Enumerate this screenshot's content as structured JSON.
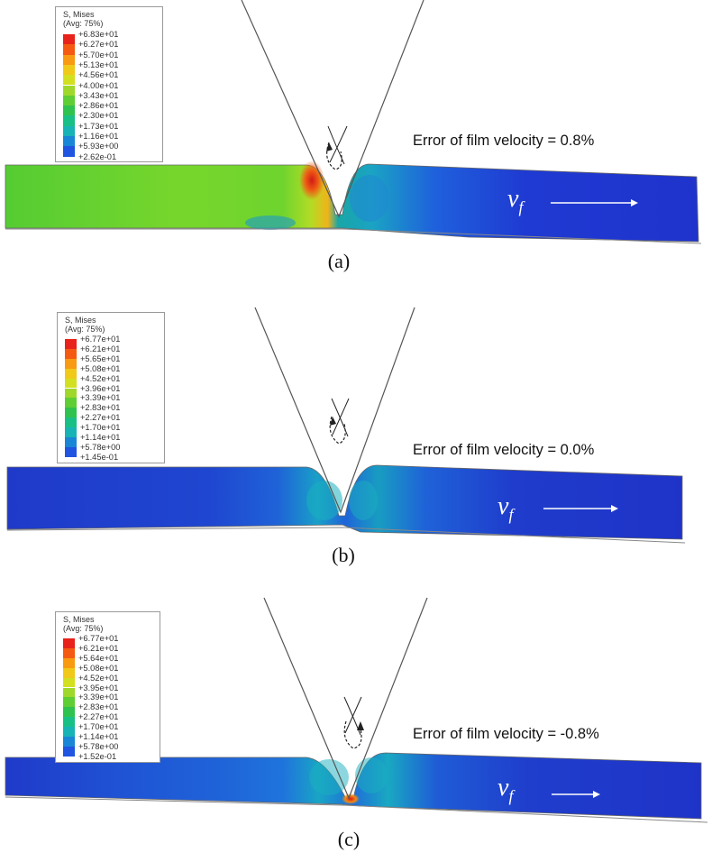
{
  "panels": [
    {
      "caption": "(a)",
      "error_label": "Error of film velocity = 0.8%",
      "velocity_symbol": "v",
      "velocity_subscript": "f",
      "legend": {
        "title": "S, Mises",
        "subtitle": "(Avg: 75%)",
        "values": [
          "+6.83e+01",
          "+6.27e+01",
          "+5.70e+01",
          "+5.13e+01",
          "+4.56e+01",
          "+4.00e+01",
          "+3.43e+01",
          "+2.86e+01",
          "+2.30e+01",
          "+1.73e+01",
          "+1.16e+01",
          "+5.93e+00",
          "+2.62e-01"
        ]
      }
    },
    {
      "caption": "(b)",
      "error_label": "Error of film velocity = 0.0%",
      "velocity_symbol": "v",
      "velocity_subscript": "f",
      "legend": {
        "title": "S, Mises",
        "subtitle": "(Avg: 75%)",
        "values": [
          "+6.77e+01",
          "+6.21e+01",
          "+5.65e+01",
          "+5.08e+01",
          "+4.52e+01",
          "+3.96e+01",
          "+3.39e+01",
          "+2.83e+01",
          "+2.27e+01",
          "+1.70e+01",
          "+1.14e+01",
          "+5.78e+00",
          "+1.45e-01"
        ]
      }
    },
    {
      "caption": "(c)",
      "error_label": "Error of film velocity = -0.8%",
      "velocity_symbol": "v",
      "velocity_subscript": "f",
      "legend": {
        "title": "S, Mises",
        "subtitle": "(Avg: 75%)",
        "values": [
          "+6.77e+01",
          "+6.21e+01",
          "+5.64e+01",
          "+5.08e+01",
          "+4.52e+01",
          "+3.95e+01",
          "+3.39e+01",
          "+2.83e+01",
          "+2.27e+01",
          "+1.70e+01",
          "+1.14e+01",
          "+5.78e+00",
          "+1.52e-01"
        ]
      }
    }
  ],
  "colormap": [
    "#e8231b",
    "#f45a12",
    "#f89a12",
    "#f0c919",
    "#d3e020",
    "#9fd82a",
    "#5fcd34",
    "#2fc24e",
    "#19c086",
    "#17b3b5",
    "#1a86d6",
    "#1f55e0",
    "#1f2fc8"
  ]
}
